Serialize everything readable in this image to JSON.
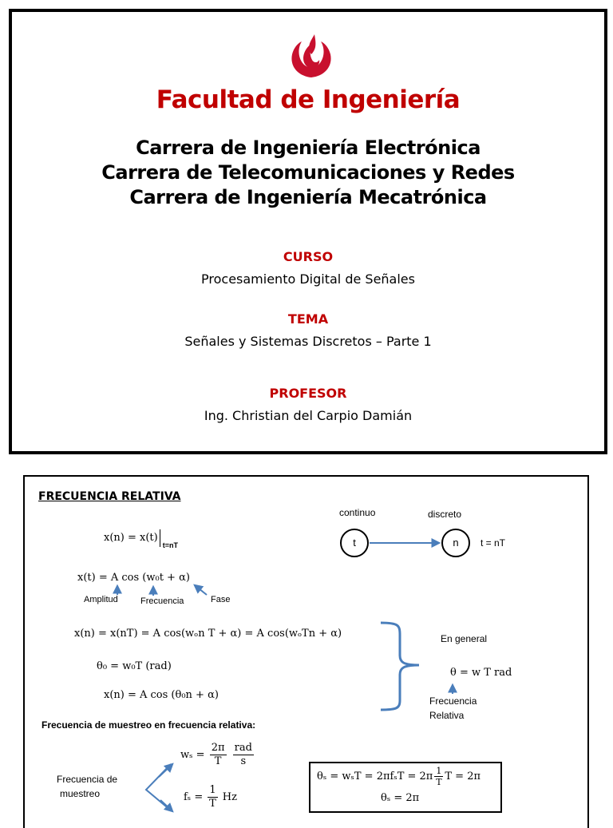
{
  "slide1": {
    "faculty": "Facultad de Ingeniería",
    "careers": [
      "Carrera de Ingeniería Electrónica",
      "Carrera de Telecomunicaciones y Redes",
      "Carrera de Ingeniería Mecatrónica"
    ],
    "course_label": "CURSO",
    "course": "Procesamiento Digital de Señales",
    "topic_label": "TEMA",
    "topic": "Señales y Sistemas Discretos – Parte 1",
    "professor_label": "PROFESOR",
    "professor": "Ing. Christian del Carpio Damián"
  },
  "slide2": {
    "heading": "FRECUENCIA RELATIVA",
    "eq_sample": "x(n) = x(t)",
    "eq_sample_sub": "t=nT",
    "eq_signal": "x(t) = A cos (w₀t + α)",
    "annot_amplitude": "Amplitud",
    "annot_frequency": "Frecuencia",
    "annot_phase": "Fase",
    "diagram_continuous": "continuo",
    "diagram_discrete": "discreto",
    "node_t": "t",
    "node_n": "n",
    "diagram_relation": "t = nT",
    "eq_xn": "x(n) = x(nT) = A cos(wₒn T + α) = A cos(wₒTn + α)",
    "eq_theta": "θ₀ = w₀T   (rad)",
    "eq_xn_theta": "x(n) = A cos (θ₀n + α)",
    "general_label": "En general",
    "eq_general": "θ = w T rad",
    "relative_freq_line1": "Frecuencia",
    "relative_freq_line2": "Relativa",
    "sampling_heading": "Frecuencia de muestreo en frecuencia relativa:",
    "sampling_label_line1": "Frecuencia de",
    "sampling_label_line2": "muestreo",
    "ws_lhs": "wₛ =",
    "ws_num": "2π",
    "ws_den": "T",
    "ws_unit_num": "rad",
    "ws_unit_den": "s",
    "fs_lhs": "fₛ =",
    "fs_num": "1",
    "fs_den": "T",
    "fs_unit": "Hz",
    "box_line1_a": "θₛ =  wₛT = 2πfₛT = 2π",
    "box_line1_num": "1",
    "box_line1_den": "T",
    "box_line1_b": "T = 2π",
    "box_line2": "θₛ =  2π"
  },
  "colors": {
    "brand_red": "#c00000",
    "arrow_blue": "#4a7ebb"
  }
}
